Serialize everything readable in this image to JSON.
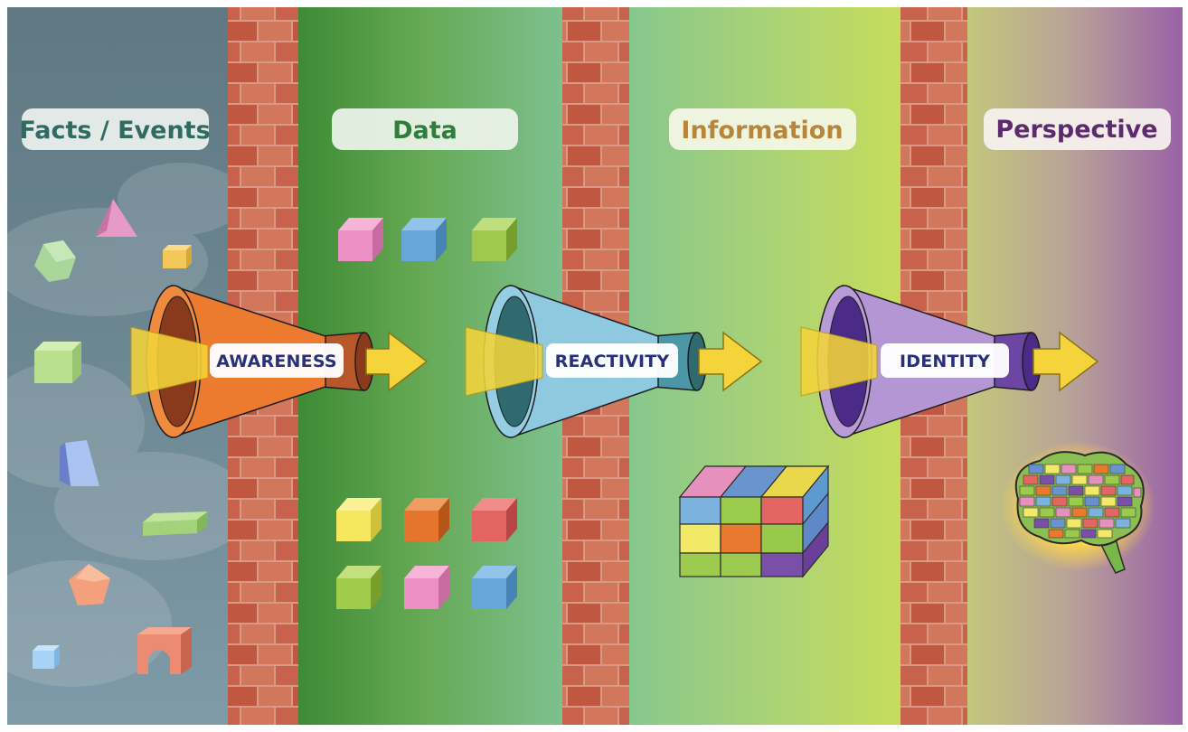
{
  "zones": [
    {
      "title": "Facts / Events",
      "color": "#2f6b63"
    },
    {
      "title": "Data",
      "color": "#2f7d3a"
    },
    {
      "title": "Information",
      "color": "#b8863a"
    },
    {
      "title": "Perspective",
      "color": "#5e2a6f"
    }
  ],
  "funnels": [
    {
      "label": "AWARENESS",
      "body": "#e8782e",
      "dark": "#a44a18",
      "inner": "#8a3a1c",
      "label_color": "#27307a"
    },
    {
      "label": "REACTIVITY",
      "body": "#8cc8de",
      "dark": "#4b97a8",
      "inner": "#2f6a70",
      "label_color": "#27307a"
    },
    {
      "label": "IDENTITY",
      "body": "#b193d2",
      "dark": "#6d45a3",
      "inner": "#4b2a88",
      "label_color": "#27307a"
    }
  ],
  "colors": {
    "arrow": "#f4d43a",
    "brick": "#c8624c",
    "mortar": "#d99a85"
  }
}
